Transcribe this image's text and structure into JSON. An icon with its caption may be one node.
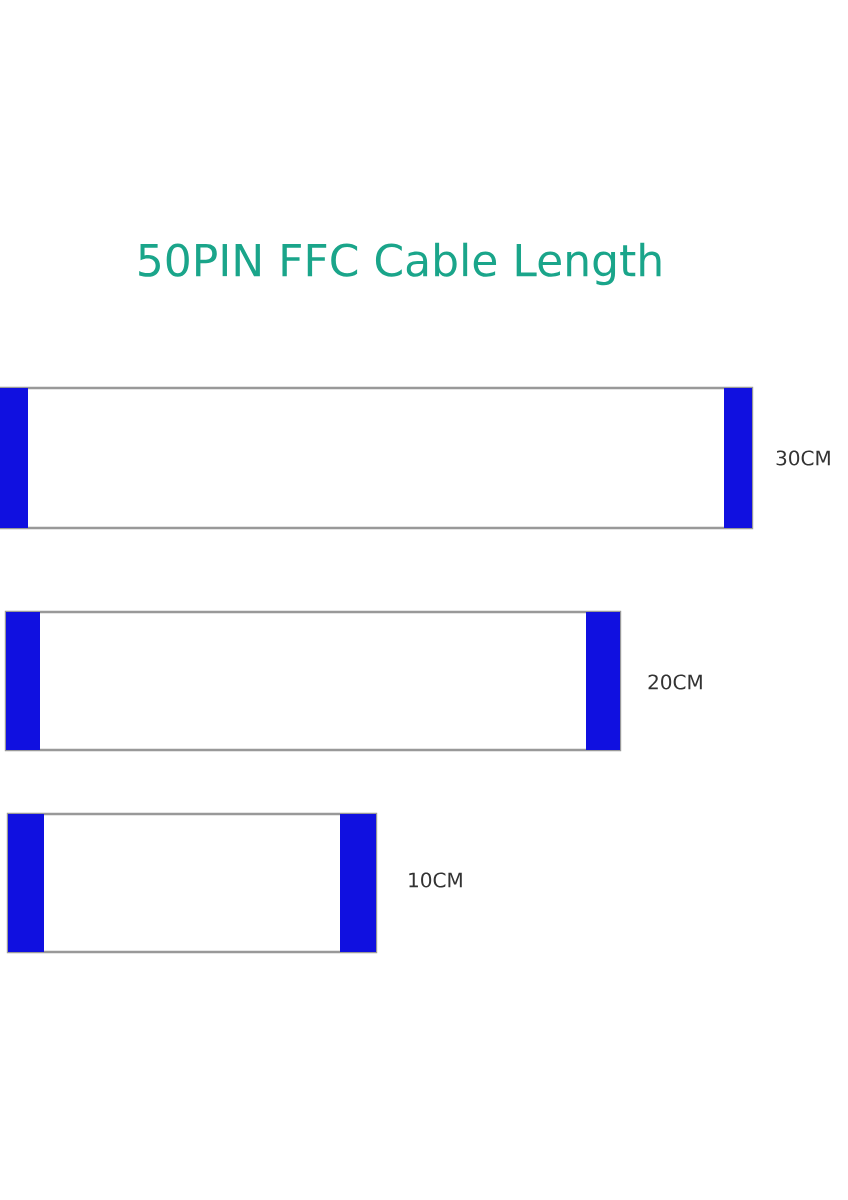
{
  "diagram": {
    "title": "50PIN FFC Cable Length",
    "nodes": [
      {
        "text": [],
        "shape": "bar",
        "beside": [
          "30CM"
        ]
      },
      {
        "text": [],
        "shape": "bar",
        "beside": [
          "20CM"
        ]
      },
      {
        "text": [],
        "shape": "bar",
        "beside": [
          "10CM"
        ]
      }
    ]
  }
}
